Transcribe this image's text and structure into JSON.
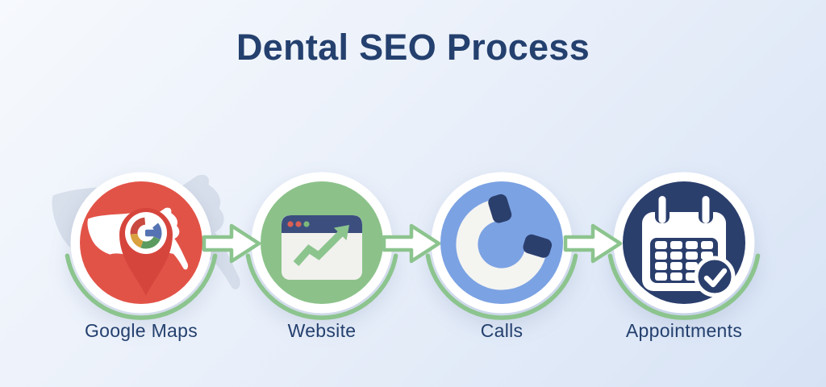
{
  "title": "Dental SEO Process",
  "steps": [
    {
      "label": "Google Maps",
      "icon": "google-maps-pin-icon",
      "color": "#E25347"
    },
    {
      "label": "Website",
      "icon": "browser-growth-chart-icon",
      "color": "#8CC28A"
    },
    {
      "label": "Calls",
      "icon": "phone-handset-icon",
      "color": "#7BA2E3"
    },
    {
      "label": "Appointments",
      "icon": "calendar-check-icon",
      "color": "#2B3F6D"
    }
  ],
  "connector": {
    "icon": "arrow-right-icon",
    "color": "#8CC48E"
  },
  "theme": {
    "text": "#24406E",
    "red_dark": "#D6453C",
    "green_line": "#8CC48E",
    "navy": "#2B3F6D",
    "bar": "#3C4E7E",
    "body": "#F1F1EE",
    "dot_red": "#D96055",
    "dot_green": "#7CB87A",
    "map": "#C6CFDF",
    "g_red": "#C94A40",
    "g_yellow": "#D9A13F",
    "g_green": "#5C9B60",
    "g_blue": "#5573B2",
    "bg_a": "#F6F9FD",
    "bg_b": "#D7E3F5"
  }
}
